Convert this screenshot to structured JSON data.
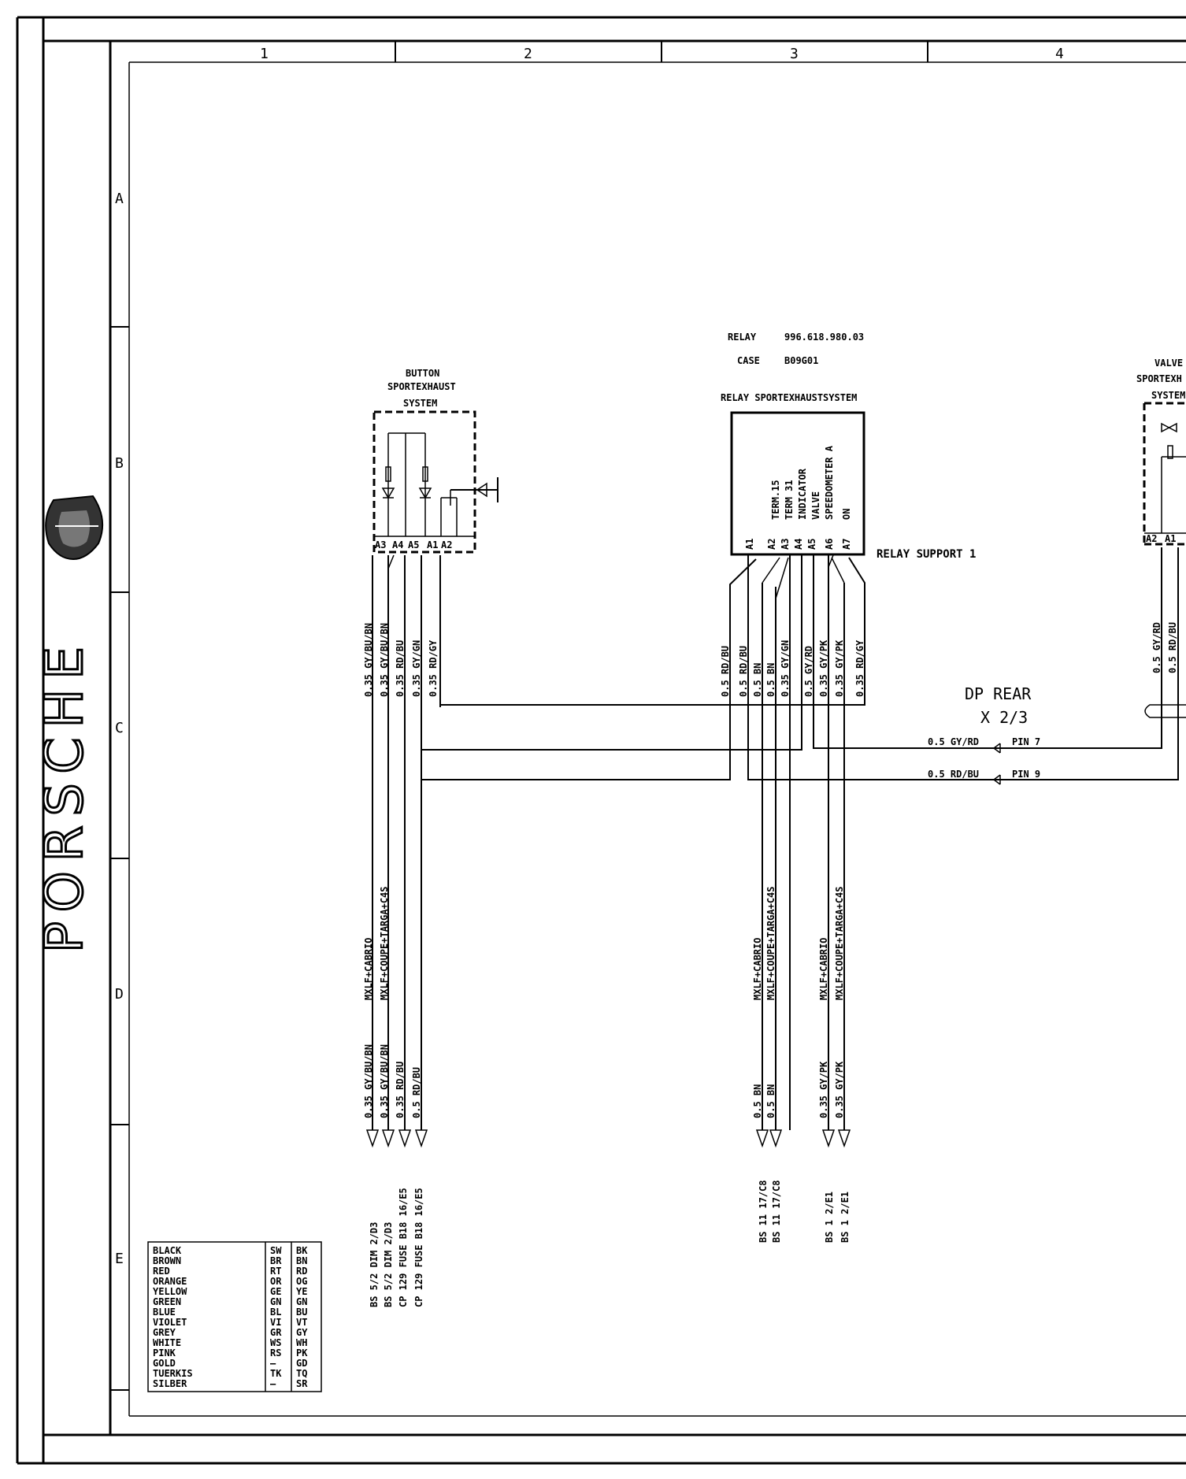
{
  "grid": {
    "columns": [
      "1",
      "2",
      "3",
      "4"
    ],
    "rows": [
      "A",
      "B",
      "C",
      "D",
      "E"
    ]
  },
  "brand": {
    "logo_text": "PORSCHE"
  },
  "relay_info": {
    "relay_label": "RELAY",
    "relay_number": "996.618.980.03",
    "case_label": "CASE",
    "case_number": "B09G01"
  },
  "button": {
    "title": [
      "BUTTON",
      "SPORTEXHAUST",
      "SYSTEM"
    ],
    "pins": [
      "A3",
      "A4",
      "A5",
      "A1",
      "A2"
    ]
  },
  "relay": {
    "title": "RELAY SPORTEXHAUSTSYSTEM",
    "functions": [
      "TERM.15",
      "TERM 31",
      "INDICATOR",
      "VALVE",
      "SPEEDOMETER A",
      "ON"
    ],
    "pins": [
      "A1",
      "A2",
      "A3",
      "A4",
      "A5",
      "A6",
      "A7"
    ],
    "support_label": "RELAY SUPPORT 1"
  },
  "valve": {
    "title": [
      "VALVE",
      "SPORTEXH",
      "SYSTEM"
    ],
    "pins": [
      "A2",
      "A1"
    ],
    "wires": [
      "0.5 GY/RD",
      "0.5 RD/BU"
    ]
  },
  "connector": {
    "name": "DP REAR",
    "code": "X 2/3",
    "pin7_wire": "0.5 GY/RD",
    "pin7_label": "PIN 7",
    "pin9_wire": "0.5 RD/BU",
    "pin9_label": "PIN 9"
  },
  "button_wires_top": [
    "0.35 GY/BU/BN",
    "0.35 GY/BU/BN",
    "0.35 RD/BU",
    "0.35 GY/GN",
    "0.35 RD/GY"
  ],
  "relay_wires_top": [
    "0.5 RD/BU",
    "0.5 RD/BU",
    "0.5 BN",
    "0.5 BN",
    "0.35 GY/GN",
    "0.5 GY/RD",
    "0.35 GY/PK",
    "0.35 GY/PK",
    "0.35 RD/GY"
  ],
  "variants": {
    "left_a": "MXLF+CABRIO",
    "left_b": "MXLF+COUPE+TARGA+C4S",
    "mid_a": "MXLF+CABRIO",
    "mid_b": "MXLF+COUPE+TARGA+C4S",
    "right_a": "MXLF+CABRIO",
    "right_b": "MXLF+COUPE+TARGA+C4S"
  },
  "bottom_wires": {
    "left": [
      "0.35 GY/BU/BN",
      "0.35 GY/BU/BN",
      "0.35 RD/BU",
      "0.5 RD/BU"
    ],
    "mid": [
      "0.5 BN",
      "0.5 BN"
    ],
    "right": [
      "0.35 GY/PK",
      "0.35 GY/PK"
    ]
  },
  "destinations": {
    "left": [
      "BS 5/2    DIM  2/D3",
      "BS 5/2    DIM  2/D3",
      "CP 129 FUSE B18  16/E5",
      "CP 129 FUSE B18  16/E5"
    ],
    "mid": [
      "BS 11  17/C8",
      "BS 11  17/C8"
    ],
    "right": [
      "BS 1  2/E1",
      "BS 1  2/E1"
    ]
  },
  "color_legend": [
    [
      "BLACK",
      "SW",
      "BK"
    ],
    [
      "BROWN",
      "BR",
      "BN"
    ],
    [
      "RED",
      "RT",
      "RD"
    ],
    [
      "ORANGE",
      "OR",
      "OG"
    ],
    [
      "YELLOW",
      "GE",
      "YE"
    ],
    [
      "GREEN",
      "GN",
      "GN"
    ],
    [
      "BLUE",
      "BL",
      "BU"
    ],
    [
      "VIOLET",
      "VI",
      "VT"
    ],
    [
      "GREY",
      "GR",
      "GY"
    ],
    [
      "WHITE",
      "WS",
      "WH"
    ],
    [
      "PINK",
      "RS",
      "PK"
    ],
    [
      "GOLD",
      "—",
      "GD"
    ],
    [
      "TUERKIS",
      "TK",
      "TQ"
    ],
    [
      "SILBER",
      "—",
      "SR"
    ]
  ]
}
